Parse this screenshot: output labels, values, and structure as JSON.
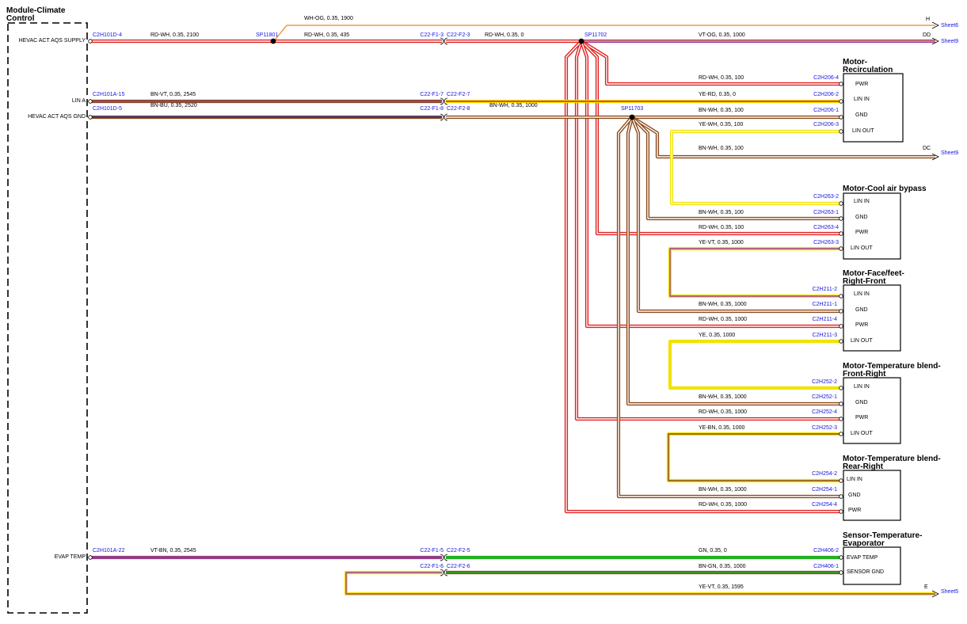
{
  "module": {
    "title_line1": "Module-Climate",
    "title_line2": "Control",
    "pins": [
      {
        "key": "aqs_supply",
        "label": "HEVAC ACT AQS SUPPLY"
      },
      {
        "key": "lin_a",
        "label": "LIN A"
      },
      {
        "key": "aqs_gnd",
        "label": "HEVAC ACT AQS GND"
      },
      {
        "key": "evap_temp",
        "label": "EVAP TEMP"
      }
    ]
  },
  "splices": [
    {
      "key": "sp11801",
      "label": "SP11801"
    },
    {
      "key": "sp11702",
      "label": "SP11702"
    },
    {
      "key": "sp11703",
      "label": "SP11703"
    }
  ],
  "wires": [
    {
      "key": "w_wh_og",
      "label": "WH-OG,  0.35,  1900",
      "colors": [
        "#ffffff",
        "#f29a3a"
      ]
    },
    {
      "key": "w_rdwh_2100",
      "label": "RD-WH,  0.35,  2100",
      "colors": [
        "#e02020",
        "#ffffff"
      ]
    },
    {
      "key": "w_rdwh_435",
      "label": "RD-WH,  0.35,  435",
      "colors": [
        "#e02020",
        "#ffffff"
      ]
    },
    {
      "key": "w_rdwh_0",
      "label": "RD-WH,  0.35,  0",
      "colors": [
        "#e02020",
        "#ffffff"
      ]
    },
    {
      "key": "w_vt_og",
      "label": "VT-OG,  0.35,  1000",
      "colors": [
        "#9b3fa4",
        "#f29a3a"
      ]
    },
    {
      "key": "w_rdwh_m1",
      "label": "RD-WH,  0.35,  100",
      "colors": [
        "#e02020",
        "#ffffff"
      ]
    },
    {
      "key": "w_yerd",
      "label": "YE-RD,  0.35,  0",
      "colors": [
        "#f2e200",
        "#e02020"
      ]
    },
    {
      "key": "w_bnvt",
      "label": "BN-VT,  0.35,  2545",
      "colors": [
        "#8b4a1a",
        "#9b3fa4"
      ]
    },
    {
      "key": "w_bnbu",
      "label": "BN-BU,  0.35,  2520",
      "colors": [
        "#8b4a1a",
        "#2030c0"
      ]
    },
    {
      "key": "w_bnwh_main",
      "label": "BN-WH,  0.35,  1000",
      "colors": [
        "#8b4a1a",
        "#ffffff"
      ]
    },
    {
      "key": "w_bnwh_m1",
      "label": "BN-WH,  0.35,  100",
      "colors": [
        "#8b4a1a",
        "#ffffff"
      ]
    },
    {
      "key": "w_yewh",
      "label": "YE-WH,  0.35,  100",
      "colors": [
        "#f2e200",
        "#ffffff"
      ]
    },
    {
      "key": "w_bnwh_dc",
      "label": "BN-WH,  0.35,  100",
      "colors": [
        "#8b4a1a",
        "#ffffff"
      ]
    },
    {
      "key": "w_bnwh_m2",
      "label": "BN-WH,  0.35,  100",
      "colors": [
        "#8b4a1a",
        "#ffffff"
      ]
    },
    {
      "key": "w_rdwh_m2",
      "label": "RD-WH,  0.35,  100",
      "colors": [
        "#e02020",
        "#ffffff"
      ]
    },
    {
      "key": "w_yevt_m2",
      "label": "YE-VT,  0.35,  1000",
      "colors": [
        "#f2e200",
        "#9b3fa4"
      ]
    },
    {
      "key": "w_bnwh_m3",
      "label": "BN-WH,  0.35,  1000",
      "colors": [
        "#8b4a1a",
        "#ffffff"
      ]
    },
    {
      "key": "w_rdwh_m3",
      "label": "RD-WH,  0.35,  1000",
      "colors": [
        "#e02020",
        "#ffffff"
      ]
    },
    {
      "key": "w_ye_m3",
      "label": "YE,  0.35,  1000",
      "colors": [
        "#f2e200",
        "#f2e200"
      ]
    },
    {
      "key": "w_bnwh_m4",
      "label": "BN-WH,  0.35,  1000",
      "colors": [
        "#8b4a1a",
        "#ffffff"
      ]
    },
    {
      "key": "w_rdwh_m4",
      "label": "RD-WH,  0.35,  1000",
      "colors": [
        "#e02020",
        "#ffffff"
      ]
    },
    {
      "key": "w_yebn_m4",
      "label": "YE-BN,  0.35,  1000",
      "colors": [
        "#f2e200",
        "#8b4a1a"
      ]
    },
    {
      "key": "w_bnwh_m5",
      "label": "BN-WH,  0.35,  1000",
      "colors": [
        "#8b4a1a",
        "#ffffff"
      ]
    },
    {
      "key": "w_rdwh_m5",
      "label": "RD-WH,  0.35,  1000",
      "colors": [
        "#e02020",
        "#ffffff"
      ]
    },
    {
      "key": "w_vtbn",
      "label": "VT-BN,  0.35,  2545",
      "colors": [
        "#9b3fa4",
        "#8b4a1a"
      ]
    },
    {
      "key": "w_gn",
      "label": "GN,  0.35,  0",
      "colors": [
        "#22b022",
        "#22b022"
      ]
    },
    {
      "key": "w_bngn",
      "label": "BN-GN,  0.35,  1000",
      "colors": [
        "#8b4a1a",
        "#22b022"
      ]
    },
    {
      "key": "w_yevt_e",
      "label": "YE-VT,  0.35,  1595",
      "colors": [
        "#f2e200",
        "#9b3fa4"
      ]
    }
  ],
  "connectors": [
    {
      "key": "c2h101d_4",
      "label": "C2H101D-4"
    },
    {
      "key": "c2h101a_15",
      "label": "C2H101A-15"
    },
    {
      "key": "c2h101d_5",
      "label": "C2H101D-5"
    },
    {
      "key": "c2h101a_22",
      "label": "C2H101A-22"
    },
    {
      "key": "c22_f1_3",
      "label": "C22-F1-3"
    },
    {
      "key": "c22_f2_3",
      "label": "C22-F2-3"
    },
    {
      "key": "c22_f1_7",
      "label": "C22-F1-7"
    },
    {
      "key": "c22_f2_7",
      "label": "C22-F2-7"
    },
    {
      "key": "c22_f1_8",
      "label": "C22-F1-8"
    },
    {
      "key": "c22_f2_8",
      "label": "C22-F2-8"
    },
    {
      "key": "c22_f1_5",
      "label": "C22-F1-5"
    },
    {
      "key": "c22_f2_5",
      "label": "C22-F2-5"
    },
    {
      "key": "c22_f1_6",
      "label": "C22-F1-6"
    },
    {
      "key": "c22_f2_6",
      "label": "C22-F2-6"
    },
    {
      "key": "c2h206_4",
      "label": "C2H206-4"
    },
    {
      "key": "c2h206_2",
      "label": "C2H206-2"
    },
    {
      "key": "c2h206_1",
      "label": "C2H206-1"
    },
    {
      "key": "c2h206_3",
      "label": "C2H206-3"
    },
    {
      "key": "c2h263_2",
      "label": "C2H263-2"
    },
    {
      "key": "c2h263_1",
      "label": "C2H263-1"
    },
    {
      "key": "c2h263_4",
      "label": "C2H263-4"
    },
    {
      "key": "c2h263_3",
      "label": "C2H263-3"
    },
    {
      "key": "c2h211_2",
      "label": "C2H211-2"
    },
    {
      "key": "c2h211_1",
      "label": "C2H211-1"
    },
    {
      "key": "c2h211_4",
      "label": "C2H211-4"
    },
    {
      "key": "c2h211_3",
      "label": "C2H211-3"
    },
    {
      "key": "c2h252_2",
      "label": "C2H252-2"
    },
    {
      "key": "c2h252_1",
      "label": "C2H252-1"
    },
    {
      "key": "c2h252_4",
      "label": "C2H252-4"
    },
    {
      "key": "c2h252_3",
      "label": "C2H252-3"
    },
    {
      "key": "c2h254_2",
      "label": "C2H254-2"
    },
    {
      "key": "c2h254_1",
      "label": "C2H254-1"
    },
    {
      "key": "c2h254_4",
      "label": "C2H254-4"
    },
    {
      "key": "c2h406_2",
      "label": "C2H406-2"
    },
    {
      "key": "c2h406_1",
      "label": "C2H406-1"
    }
  ],
  "offpage": [
    {
      "key": "h",
      "code": "H",
      "sheet": "Sheet6"
    },
    {
      "key": "dd",
      "code": "DD",
      "sheet": "Sheet9"
    },
    {
      "key": "dc",
      "code": "DC",
      "sheet": "Sheet9"
    },
    {
      "key": "e",
      "code": "E",
      "sheet": "Sheet5"
    }
  ],
  "components": [
    {
      "key": "recirc",
      "title": [
        "Motor-",
        "Recirculation"
      ],
      "pins": [
        "PWR",
        "LIN IN",
        "GND",
        "LIN OUT"
      ]
    },
    {
      "key": "coolair",
      "title": [
        "Motor-Cool air bypass"
      ],
      "pins": [
        "LIN IN",
        "GND",
        "PWR",
        "LIN OUT"
      ]
    },
    {
      "key": "facefeet",
      "title": [
        "Motor-Face/feet-",
        "Right-Front"
      ],
      "pins": [
        "LIN IN",
        "GND",
        "PWR",
        "LIN OUT"
      ]
    },
    {
      "key": "tbfr",
      "title": [
        "Motor-Temperature blend-",
        "Front-Right"
      ],
      "pins": [
        "LIN IN",
        "GND",
        "PWR",
        "LIN OUT"
      ]
    },
    {
      "key": "tbrr",
      "title": [
        "Motor-Temperature blend-",
        "Rear-Right"
      ],
      "pins": [
        "LIN IN",
        "GND",
        "PWR"
      ]
    },
    {
      "key": "evap",
      "title": [
        "Sensor-Temperature-",
        "Evaporator"
      ],
      "pins": [
        "EVAP TEMP",
        "SENSOR GND"
      ]
    }
  ]
}
